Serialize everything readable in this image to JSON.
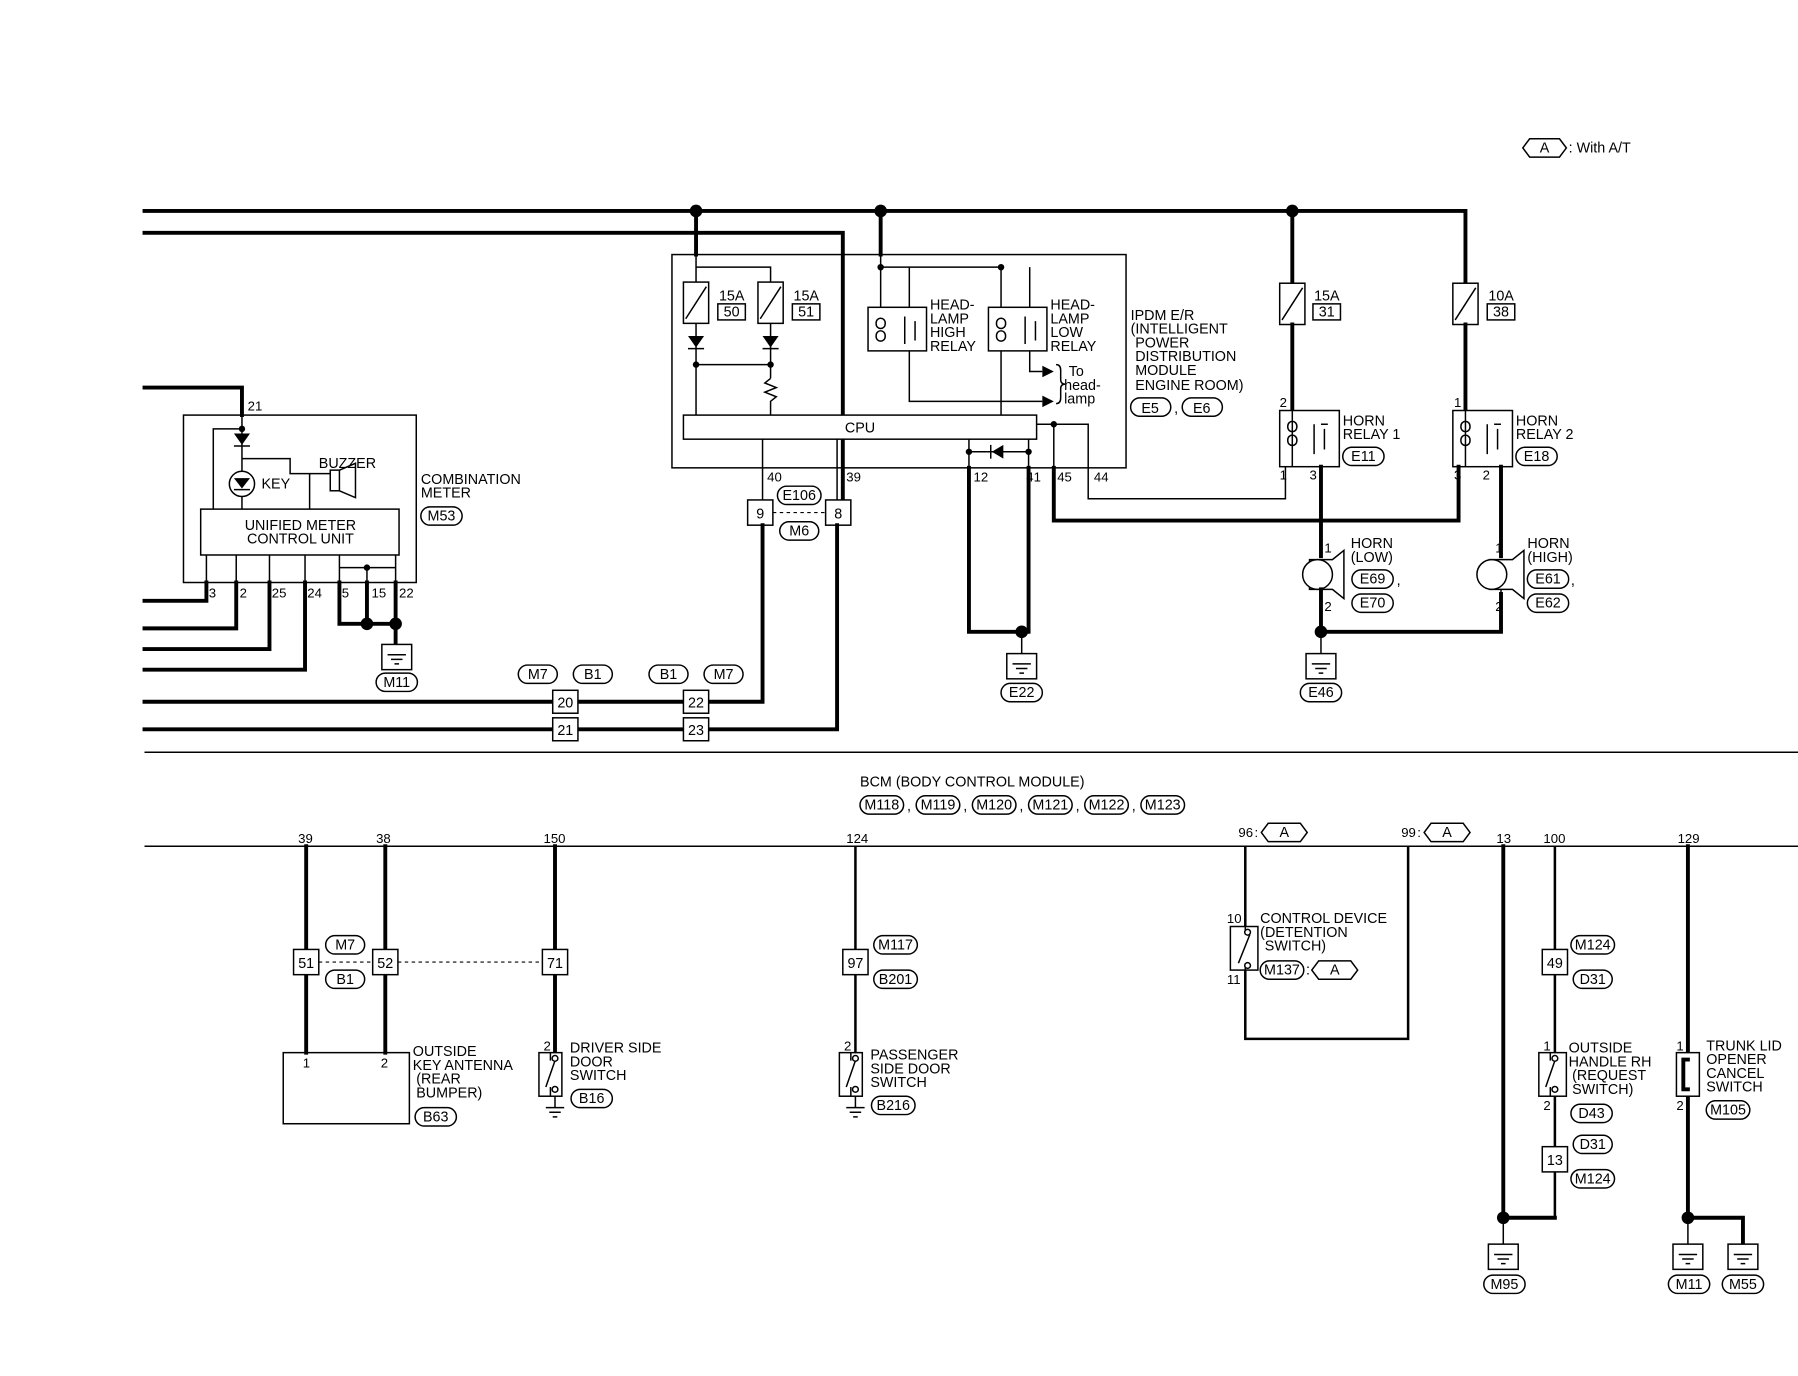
{
  "legend": {
    "key": "A",
    "text": ": With A/T"
  },
  "ipdm": {
    "lines": [
      "IPDM E/R",
      "(INTELLIGENT",
      "POWER",
      "DISTRIBUTION",
      "MODULE",
      "ENGINE ROOM)"
    ],
    "connectors": [
      "E5",
      "E6"
    ],
    "fuse1": {
      "amp": "15A",
      "num": "50"
    },
    "fuse2": {
      "amp": "15A",
      "num": "51"
    },
    "high_relay": [
      "HEAD-",
      "LAMP",
      "HIGH",
      "RELAY"
    ],
    "low_relay": [
      "HEAD-",
      "LAMP",
      "LOW",
      "RELAY"
    ],
    "to_headlamp": [
      "To",
      "head-",
      "lamp"
    ],
    "cpu": "CPU",
    "pins": {
      "p40": "40",
      "p39": "39",
      "p12": "12",
      "p41": "41",
      "p45": "45",
      "p44": "44"
    },
    "e106": "E106",
    "m6": "M6",
    "c9": "9",
    "c8": "8",
    "ground": "E22"
  },
  "horn_fuses": {
    "f31": {
      "amp": "15A",
      "num": "31"
    },
    "f38": {
      "amp": "10A",
      "num": "38"
    }
  },
  "horn_relay1": {
    "label": [
      "HORN",
      "RELAY 1"
    ],
    "connector": "E11",
    "pin2": "2",
    "pin1": "1",
    "pin3": "3"
  },
  "horn_relay2": {
    "label": [
      "HORN",
      "RELAY 2"
    ],
    "connector": "E18",
    "pin1": "1",
    "pin3": "3",
    "pin2": "2"
  },
  "horn_low": {
    "label": [
      "HORN",
      "(LOW)"
    ],
    "c1": "E69",
    "c2": "E70",
    "pin1": "1",
    "pin2": "2",
    "ground": "E46"
  },
  "horn_high": {
    "label": [
      "HORN",
      "(HIGH)"
    ],
    "c1": "E61",
    "c2": "E62",
    "pin1": "1",
    "pin2": "2"
  },
  "combination_meter": {
    "label": [
      "COMBINATION",
      "METER"
    ],
    "connector": "M53",
    "unit": [
      "UNIFIED METER",
      "CONTROL UNIT"
    ],
    "buzzer": "BUZZER",
    "key": "KEY",
    "pin_top": "21",
    "pins": [
      "3",
      "2",
      "25",
      "24",
      "5",
      "15",
      "22"
    ],
    "ground": "M11"
  },
  "junction_top": {
    "left": {
      "c1": "M7",
      "c2": "B1",
      "p1": "20",
      "p2": "21"
    },
    "right": {
      "c1": "B1",
      "c2": "M7",
      "p1": "22",
      "p2": "23"
    }
  },
  "bcm": {
    "title": "BCM (BODY CONTROL MODULE)",
    "connectors": [
      "M118",
      "M119",
      "M120",
      "M121",
      "M122",
      "M123"
    ],
    "pins": {
      "p39": "39",
      "p38": "38",
      "p150": "150",
      "p124": "124",
      "p96": "96",
      "p99": "99",
      "p13": "13",
      "p100": "100",
      "p129": "129"
    },
    "colon": ":",
    "key_a": "A"
  },
  "junction_bottom": {
    "c51": "51",
    "c52": "52",
    "m7": "M7",
    "b1": "B1",
    "c71": "71",
    "c97": "97",
    "m117": "M117",
    "b201": "B201",
    "c49": "49",
    "m124a": "M124",
    "d31a": "D31",
    "c13": "13",
    "d31b": "D31",
    "m124b": "M124"
  },
  "key_antenna": {
    "label": [
      "OUTSIDE",
      "KEY ANTENNA",
      "(REAR",
      "BUMPER)"
    ],
    "connector": "B63",
    "pin1": "1",
    "pin2": "2"
  },
  "driver_switch": {
    "label": [
      "DRIVER SIDE",
      "DOOR",
      "SWITCH"
    ],
    "connector": "B16",
    "pin": "2"
  },
  "passenger_switch": {
    "label": [
      "PASSENGER",
      "SIDE DOOR",
      "SWITCH"
    ],
    "connector": "B216",
    "pin": "2"
  },
  "control_device": {
    "label": [
      "CONTROL DEVICE",
      "(DETENTION",
      "SWITCH)"
    ],
    "connector": "M137",
    "pin10": "10",
    "pin11": "11",
    "colon": ":",
    "key": "A"
  },
  "outside_handle": {
    "label": [
      "OUTSIDE",
      "HANDLE RH",
      "(REQUEST",
      "SWITCH)"
    ],
    "connector": "D43",
    "pin1": "1",
    "pin2": "2",
    "ground": "M95"
  },
  "trunk": {
    "label": [
      "TRUNK LID",
      "OPENER",
      "CANCEL",
      "SWITCH"
    ],
    "connector": "M105",
    "pin1": "1",
    "pin2": "2",
    "g1": "M11",
    "g2": "M55"
  }
}
